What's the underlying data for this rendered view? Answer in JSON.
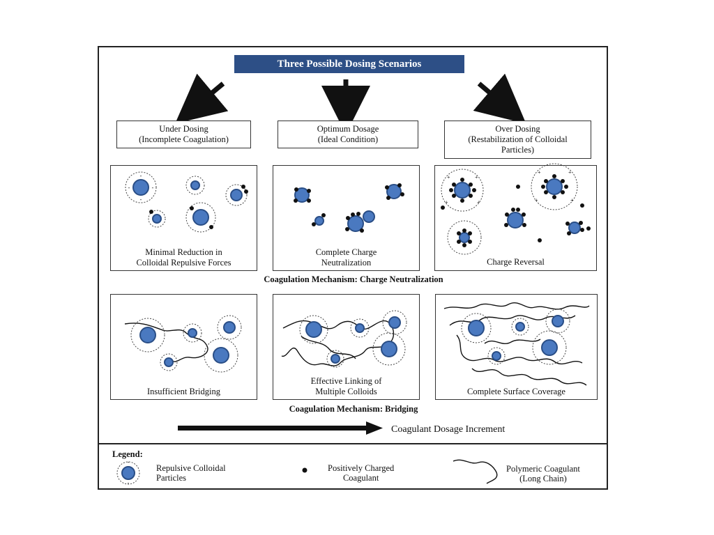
{
  "title": "Three Possible Dosing Scenarios",
  "scenarios": [
    {
      "label": "Under Dosing\n(Incomplete Coagulation)"
    },
    {
      "label": "Optimum Dosage\n(Ideal Condition)"
    },
    {
      "label": "Over Dosing\n(Restabilization of Colloidal\nParticles)"
    }
  ],
  "charge_panels": [
    {
      "caption": "Minimal Reduction in\nColloidal Repulsive Forces"
    },
    {
      "caption": "Complete Charge\nNeutralization"
    },
    {
      "caption": "Charge Reversal"
    }
  ],
  "charge_mechanism": "Coagulation Mechanism: Charge Neutralization",
  "bridge_panels": [
    {
      "caption": "Insufficient Bridging"
    },
    {
      "caption": "Effective Linking of\nMultiple Colloids"
    },
    {
      "caption": "Complete Surface Coverage"
    }
  ],
  "bridge_mechanism": "Coagulation Mechanism: Bridging",
  "dosage_label": "Coagulant Dosage Increment",
  "legend": {
    "title": "Legend:",
    "colloid": "Repulsive Colloidal\nParticles",
    "positive": "Positively Charged\nCoagulant",
    "polymer": "Polymeric Coagulant\n(Long Chain)"
  },
  "colors": {
    "title_bg": "#2d4f86",
    "particle_fill": "#4a79c0",
    "particle_stroke": "#2a4e86",
    "coagulant": "#111111"
  }
}
